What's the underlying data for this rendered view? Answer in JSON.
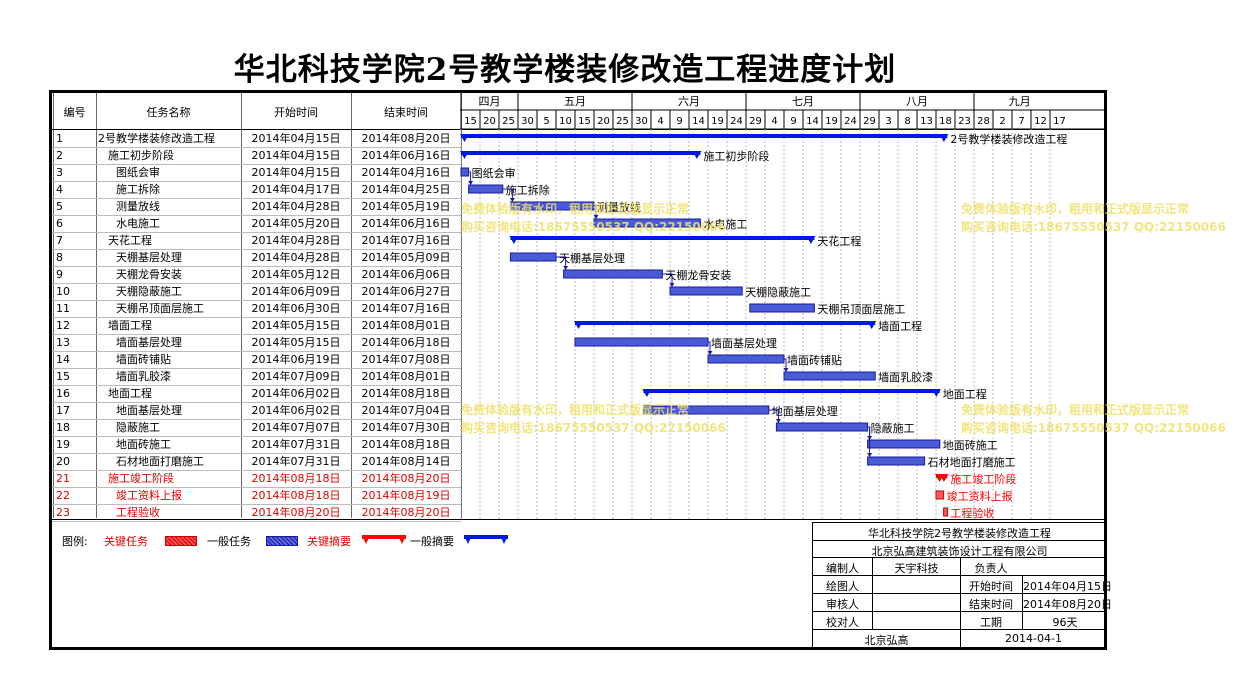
{
  "title": "华北科技学院2号教学楼装修改造工程进度计划",
  "headers": {
    "no": "编号",
    "name": "任务名称",
    "start": "开始时间",
    "end": "结束时间"
  },
  "months": [
    "四月",
    "五月",
    "六月",
    "七月",
    "八月",
    "九月"
  ],
  "day_ticks": [
    "15",
    "20",
    "25",
    "30",
    "5",
    "10",
    "15",
    "20",
    "25",
    "30",
    "4",
    "9",
    "14",
    "19",
    "24",
    "29",
    "4",
    "9",
    "14",
    "19",
    "24",
    "29",
    "3",
    "8",
    "13",
    "18",
    "23",
    "28",
    "2",
    "7",
    "12",
    "17"
  ],
  "tasks": [
    {
      "no": "1",
      "name": "2号教学楼装修改造工程",
      "start": "2014年04月15日",
      "end": "2014年08月20日",
      "indent": 0,
      "kind": "summary",
      "label": "2号教学楼装修改造工程"
    },
    {
      "no": "2",
      "name": "施工初步阶段",
      "start": "2014年04月15日",
      "end": "2014年06月16日",
      "indent": 1,
      "kind": "summary",
      "label": "施工初步阶段"
    },
    {
      "no": "3",
      "name": "图纸会审",
      "start": "2014年04月15日",
      "end": "2014年04月16日",
      "indent": 2,
      "kind": "task",
      "label": "图纸会审"
    },
    {
      "no": "4",
      "name": "施工拆除",
      "start": "2014年04月17日",
      "end": "2014年04月25日",
      "indent": 2,
      "kind": "task",
      "label": "施工拆除"
    },
    {
      "no": "5",
      "name": "测量放线",
      "start": "2014年04月28日",
      "end": "2014年05月19日",
      "indent": 2,
      "kind": "task",
      "label": "测量放线"
    },
    {
      "no": "6",
      "name": "水电施工",
      "start": "2014年05月20日",
      "end": "2014年06月16日",
      "indent": 2,
      "kind": "task",
      "label": "水电施工"
    },
    {
      "no": "7",
      "name": "天花工程",
      "start": "2014年04月28日",
      "end": "2014年07月16日",
      "indent": 1,
      "kind": "summary",
      "label": "天花工程"
    },
    {
      "no": "8",
      "name": "天棚基层处理",
      "start": "2014年04月28日",
      "end": "2014年05月09日",
      "indent": 2,
      "kind": "task",
      "label": "天棚基层处理"
    },
    {
      "no": "9",
      "name": "天棚龙骨安装",
      "start": "2014年05月12日",
      "end": "2014年06月06日",
      "indent": 2,
      "kind": "task",
      "label": "天棚龙骨安装"
    },
    {
      "no": "10",
      "name": "天棚隐蔽施工",
      "start": "2014年06月09日",
      "end": "2014年06月27日",
      "indent": 2,
      "kind": "task",
      "label": "天棚隐蔽施工"
    },
    {
      "no": "11",
      "name": "天棚吊顶面层施工",
      "start": "2014年06月30日",
      "end": "2014年07月16日",
      "indent": 2,
      "kind": "task",
      "label": "天棚吊顶面层施工"
    },
    {
      "no": "12",
      "name": "墙面工程",
      "start": "2014年05月15日",
      "end": "2014年08月01日",
      "indent": 1,
      "kind": "summary",
      "label": "墙面工程"
    },
    {
      "no": "13",
      "name": "墙面基层处理",
      "start": "2014年05月15日",
      "end": "2014年06月18日",
      "indent": 2,
      "kind": "task",
      "label": "墙面基层处理"
    },
    {
      "no": "14",
      "name": "墙面砖铺贴",
      "start": "2014年06月19日",
      "end": "2014年07月08日",
      "indent": 2,
      "kind": "task",
      "label": "墙面砖铺贴"
    },
    {
      "no": "15",
      "name": "墙面乳胶漆",
      "start": "2014年07月09日",
      "end": "2014年08月01日",
      "indent": 2,
      "kind": "task",
      "label": "墙面乳胶漆"
    },
    {
      "no": "16",
      "name": "地面工程",
      "start": "2014年06月02日",
      "end": "2014年08月18日",
      "indent": 1,
      "kind": "summary",
      "label": "地面工程"
    },
    {
      "no": "17",
      "name": "地面基层处理",
      "start": "2014年06月02日",
      "end": "2014年07月04日",
      "indent": 2,
      "kind": "task",
      "label": "地面基层处理"
    },
    {
      "no": "18",
      "name": "隐蔽施工",
      "start": "2014年07月07日",
      "end": "2014年07月30日",
      "indent": 2,
      "kind": "task",
      "label": "隐蔽施工"
    },
    {
      "no": "19",
      "name": "地面砖施工",
      "start": "2014年07月31日",
      "end": "2014年08月18日",
      "indent": 2,
      "kind": "task",
      "label": "地面砖施工"
    },
    {
      "no": "20",
      "name": "石材地面打磨施工",
      "start": "2014年07月31日",
      "end": "2014年08月14日",
      "indent": 2,
      "kind": "task",
      "label": "石材地面打磨施工"
    },
    {
      "no": "21",
      "name": "施工竣工阶段",
      "start": "2014年08月18日",
      "end": "2014年08月20日",
      "indent": 1,
      "kind": "crit-summary",
      "label": "施工竣工阶段"
    },
    {
      "no": "22",
      "name": "竣工资料上报",
      "start": "2014年08月18日",
      "end": "2014年08月19日",
      "indent": 2,
      "kind": "crit-task",
      "label": "竣工资料上报"
    },
    {
      "no": "23",
      "name": "工程验收",
      "start": "2014年08月20日",
      "end": "2014年08月20日",
      "indent": 2,
      "kind": "crit-task",
      "label": "工程验收"
    }
  ],
  "legend": {
    "prefix": "图例:",
    "critical_task": "关键任务",
    "normal_task": "一般任务",
    "critical_summary": "关键摘要",
    "normal_summary": "一般摘要"
  },
  "title_block": {
    "project": "华北科技学院2号教学楼装修改造工程",
    "company": "北京弘高建筑装饰设计工程有限公司",
    "compiler_label": "编制人",
    "compiler": "天宇科技",
    "responsible_label": "负责人",
    "drafter_label": "绘图人",
    "start_label": "开始时间",
    "start": "2014年04月15日",
    "reviewer_label": "审核人",
    "end_label": "结束时间",
    "end": "2014年08月20日",
    "checker_label": "校对人",
    "duration_label": "工期",
    "duration": "96天",
    "footer_left": "北京弘高",
    "footer_right": "2014-04-1"
  },
  "watermark": {
    "line1": "免费体验版有水印，租用和正式版显示正常",
    "line2": "购买咨询电话:18675550537 QQ:22150066"
  },
  "colors": {
    "normal_task_fill": "#4a5bd6",
    "normal_summary": "#0018e6",
    "critical": "#ff0000",
    "watermark": "#f0e16a"
  }
}
